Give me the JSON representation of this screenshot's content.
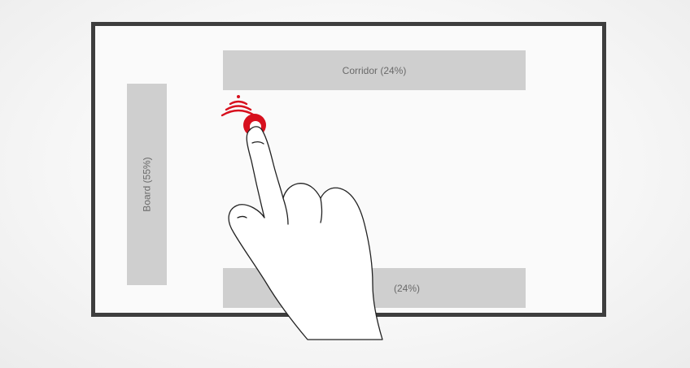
{
  "zones": {
    "top_label": "Corridor (24%)",
    "bottom_label": "(24%)",
    "left_label": "Board (55%)"
  },
  "colors": {
    "frame": "#3e3e3e",
    "zone_fill": "#cfcfcf",
    "zone_text": "#6a6a6a",
    "touch_accent": "#d7101e"
  },
  "icons": {
    "touch_point": "touch-point-icon",
    "signal_waves": "signal-waves-icon",
    "hand": "pointing-hand-icon"
  }
}
